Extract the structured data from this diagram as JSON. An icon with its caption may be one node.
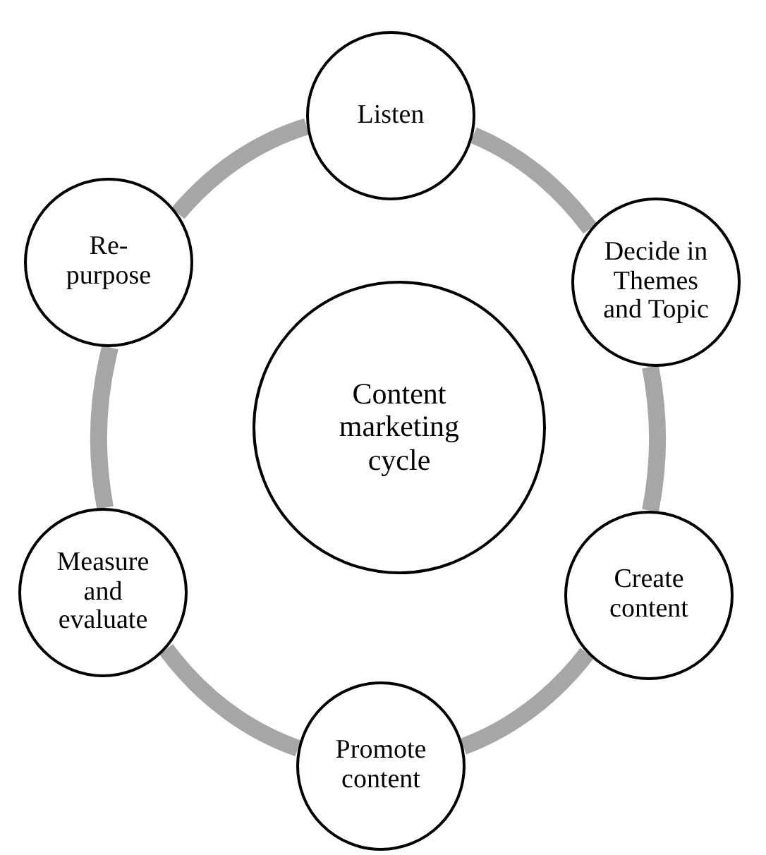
{
  "diagram": {
    "nodes": [
      {
        "text": [
          "Listen"
        ]
      },
      {
        "text": [
          "Decide in Themes and Topic"
        ]
      },
      {
        "text": [
          "Create content"
        ]
      },
      {
        "text": [
          "Promote content"
        ]
      },
      {
        "text": [
          "Measure and evaluate"
        ]
      },
      {
        "text": [
          "Re- purpose"
        ]
      },
      {
        "text": [
          "Content marketing cycle"
        ]
      }
    ],
    "edges": [
      {
        "from": 0,
        "to": 1,
        "arrow": "none"
      },
      {
        "from": 1,
        "to": 2,
        "arrow": "none"
      },
      {
        "from": 2,
        "to": 3,
        "arrow": "none"
      },
      {
        "from": 3,
        "to": 4,
        "arrow": "none"
      },
      {
        "from": 4,
        "to": 5,
        "arrow": "none"
      },
      {
        "from": 5,
        "to": 0,
        "arrow": "none"
      }
    ]
  }
}
